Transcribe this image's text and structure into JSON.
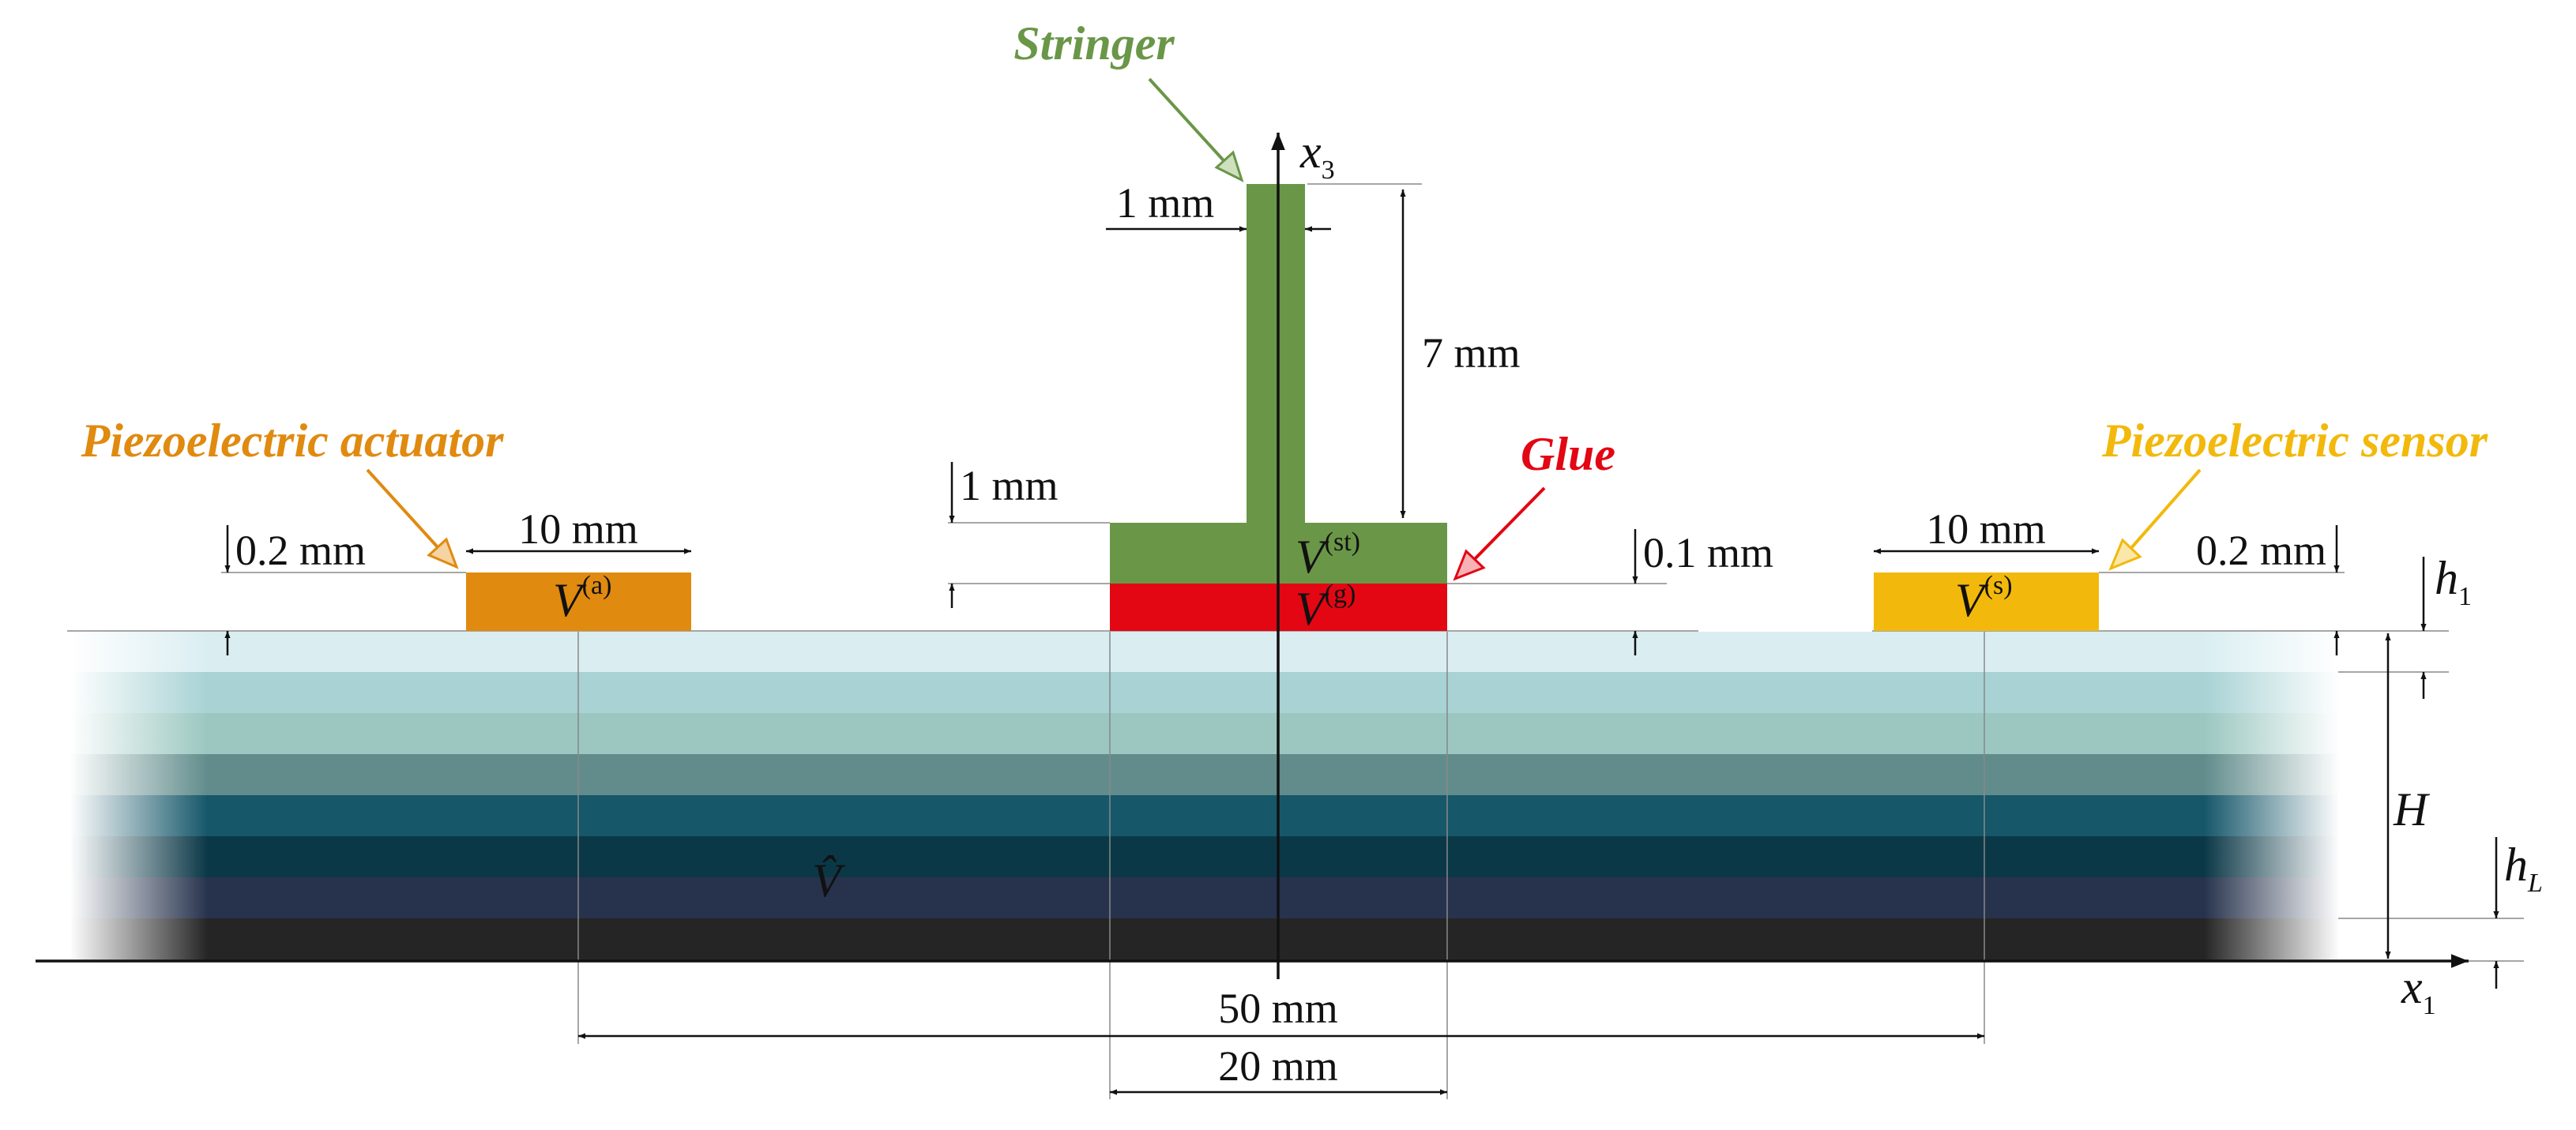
{
  "labels": {
    "stringer": "Stringer",
    "actuator": "Piezoelectric actuator",
    "glue": "Glue",
    "sensor": "Piezoelectric sensor"
  },
  "colors": {
    "stringer": "#6a9648",
    "actuator": "#e08a10",
    "glue": "#e30613",
    "sensor": "#f2b90c",
    "layers": [
      "#daeef2",
      "#a8d2d4",
      "#9bc7c0",
      "#628c8c",
      "#16576a",
      "#0b3847",
      "#27334d",
      "#252525"
    ]
  },
  "axes": {
    "x3": {
      "base": "x",
      "sub": "3"
    },
    "x1": {
      "base": "x",
      "sub": "1"
    }
  },
  "volumes": {
    "actuator": {
      "base": "V",
      "sup": "(a)"
    },
    "stringer": {
      "base": "V",
      "sup": "(st)"
    },
    "glue": {
      "base": "V",
      "sup": "(g)"
    },
    "sensor": {
      "base": "V",
      "sup": "(s)"
    },
    "plate": "V̂"
  },
  "dimensions": {
    "stringer_web_width": "1 mm",
    "stringer_height": "7 mm",
    "stringer_flange_thickness": "1 mm",
    "actuator_thickness": "0.2 mm",
    "actuator_width": "10 mm",
    "glue_thickness": "0.1 mm",
    "sensor_width": "10 mm",
    "sensor_thickness": "0.2 mm",
    "piezo_spacing": "50 mm",
    "flange_width": "20 mm"
  },
  "symbols": {
    "h1": {
      "base": "h",
      "sub": "1"
    },
    "H": "H",
    "hL": {
      "base": "h",
      "sub": "L"
    }
  }
}
